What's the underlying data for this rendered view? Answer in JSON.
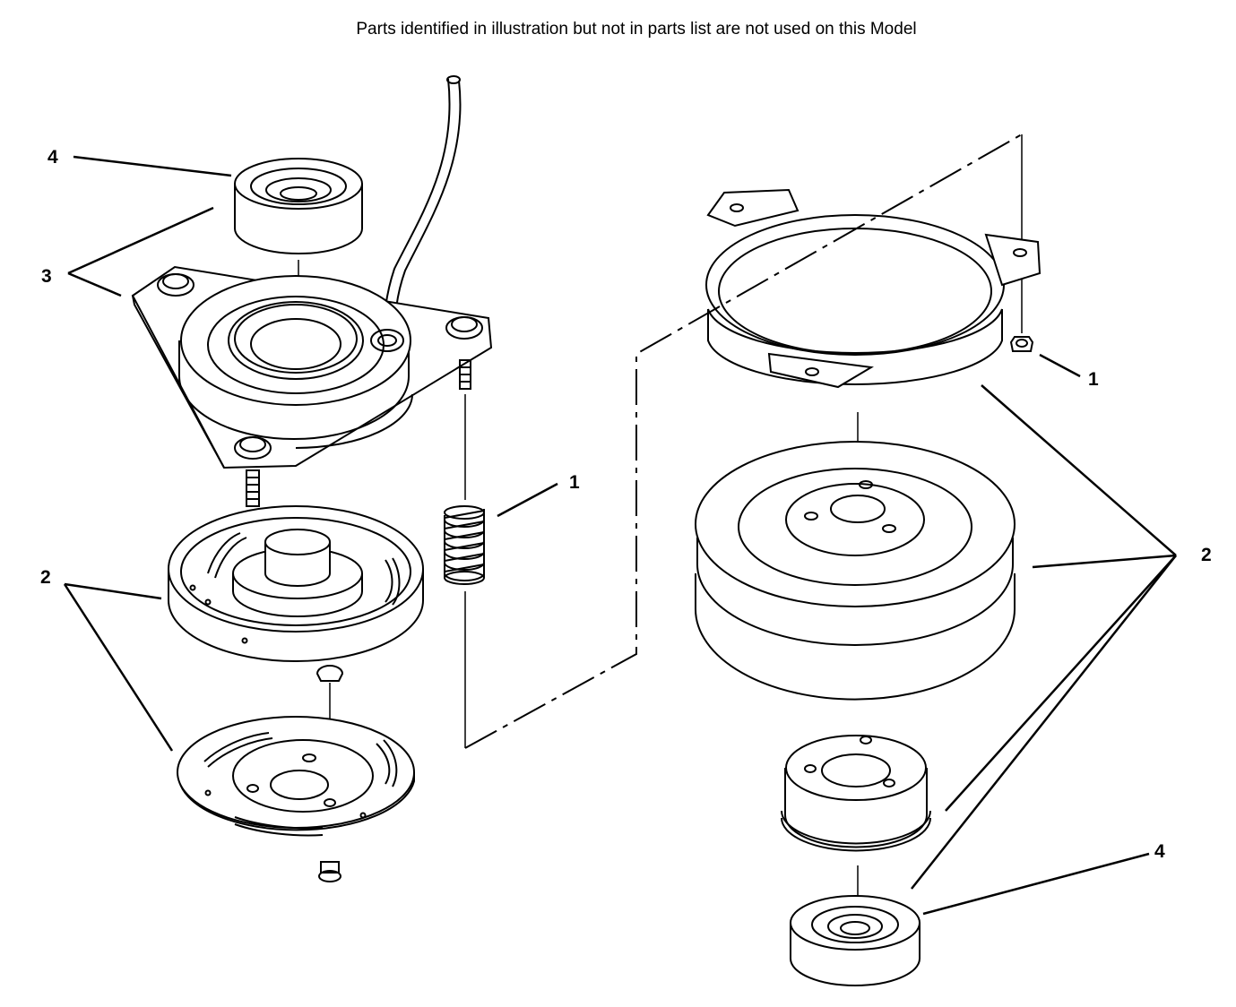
{
  "header": {
    "notice": "Parts identified in illustration but not in parts list are not used on this Model"
  },
  "callouts": {
    "left_4": "4",
    "left_3": "3",
    "left_1": "1",
    "left_2": "2",
    "right_1": "1",
    "right_2": "2",
    "right_4": "4"
  },
  "colors": {
    "line": "#000000",
    "background": "#ffffff"
  }
}
